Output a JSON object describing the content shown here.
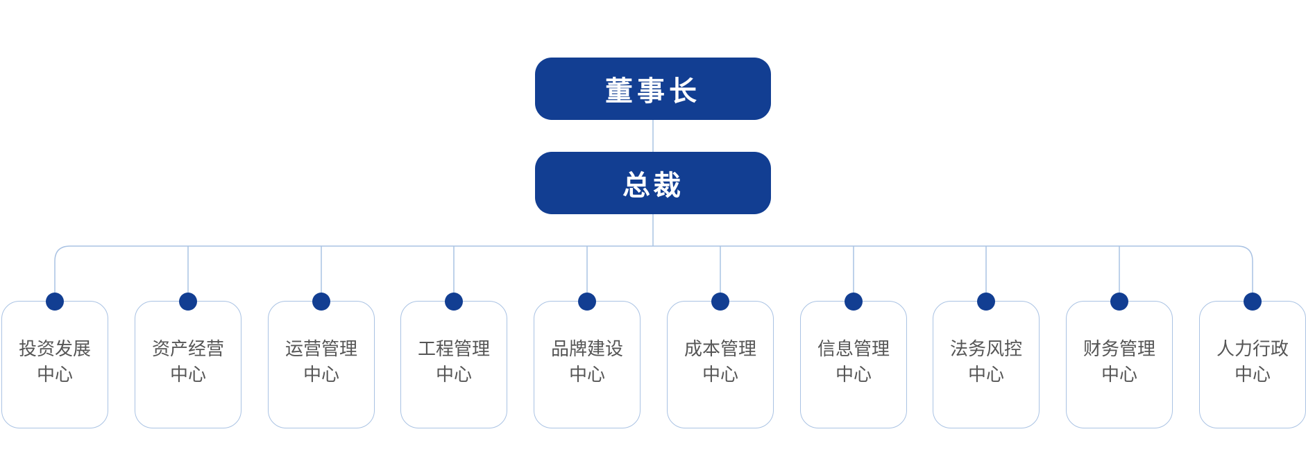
{
  "colors": {
    "primary": "#123e92",
    "connector": "#a9c2e3",
    "card_border": "#a9c2e3",
    "dept_text": "#555555"
  },
  "chairman": {
    "label": "董事长"
  },
  "president": {
    "label": "总裁"
  },
  "departments": [
    {
      "line1": "投资发展",
      "line2": "中心"
    },
    {
      "line1": "资产经营",
      "line2": "中心"
    },
    {
      "line1": "运营管理",
      "line2": "中心"
    },
    {
      "line1": "工程管理",
      "line2": "中心"
    },
    {
      "line1": "品牌建设",
      "line2": "中心"
    },
    {
      "line1": "成本管理",
      "line2": "中心"
    },
    {
      "line1": "信息管理",
      "line2": "中心"
    },
    {
      "line1": "法务风控",
      "line2": "中心"
    },
    {
      "line1": "财务管理",
      "line2": "中心"
    },
    {
      "line1": "人力行政",
      "line2": "中心"
    }
  ]
}
